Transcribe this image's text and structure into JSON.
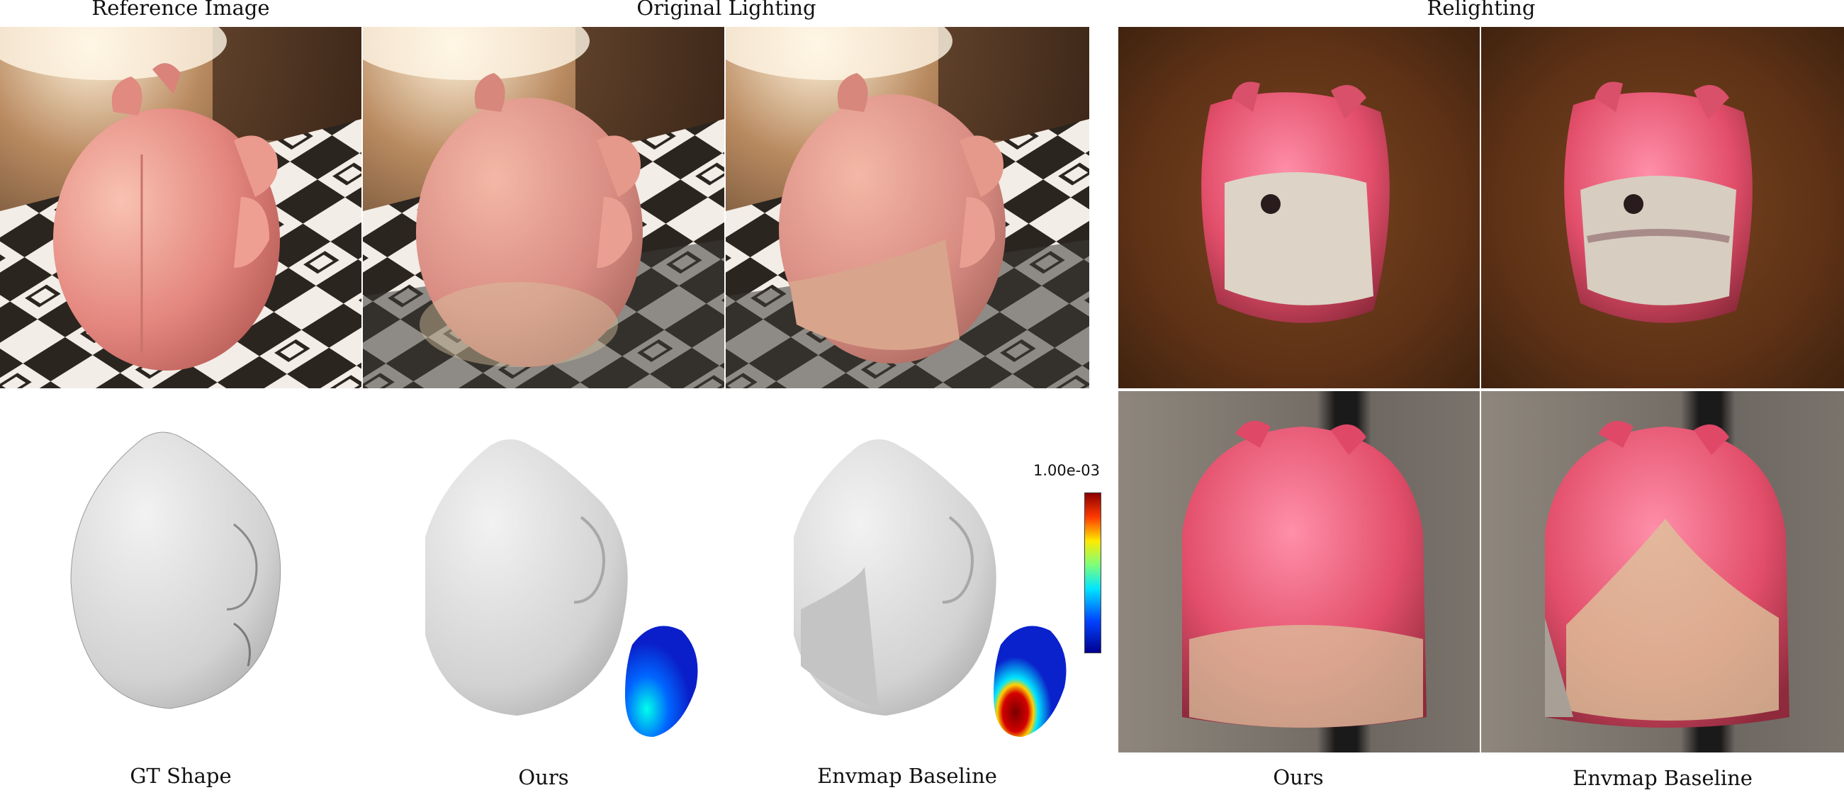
{
  "headers": {
    "reference": "Reference Image",
    "original": "Original Lighting",
    "relighting": "Relighting"
  },
  "bottom_labels": {
    "gt": "GT Shape",
    "ours": "Ours",
    "envmap": "Envmap Baseline",
    "relight_ours": "Ours",
    "relight_envmap": "Envmap Baseline"
  },
  "colorbar": {
    "max_label": "1.00e-03"
  },
  "colors": {
    "object_pink": "#e58b86",
    "checker_dark": "#2b2520",
    "relight_bg1": "#6b3a18",
    "relight_bg2": "#7c746c",
    "mesh_gray": "#d9d9d9"
  }
}
